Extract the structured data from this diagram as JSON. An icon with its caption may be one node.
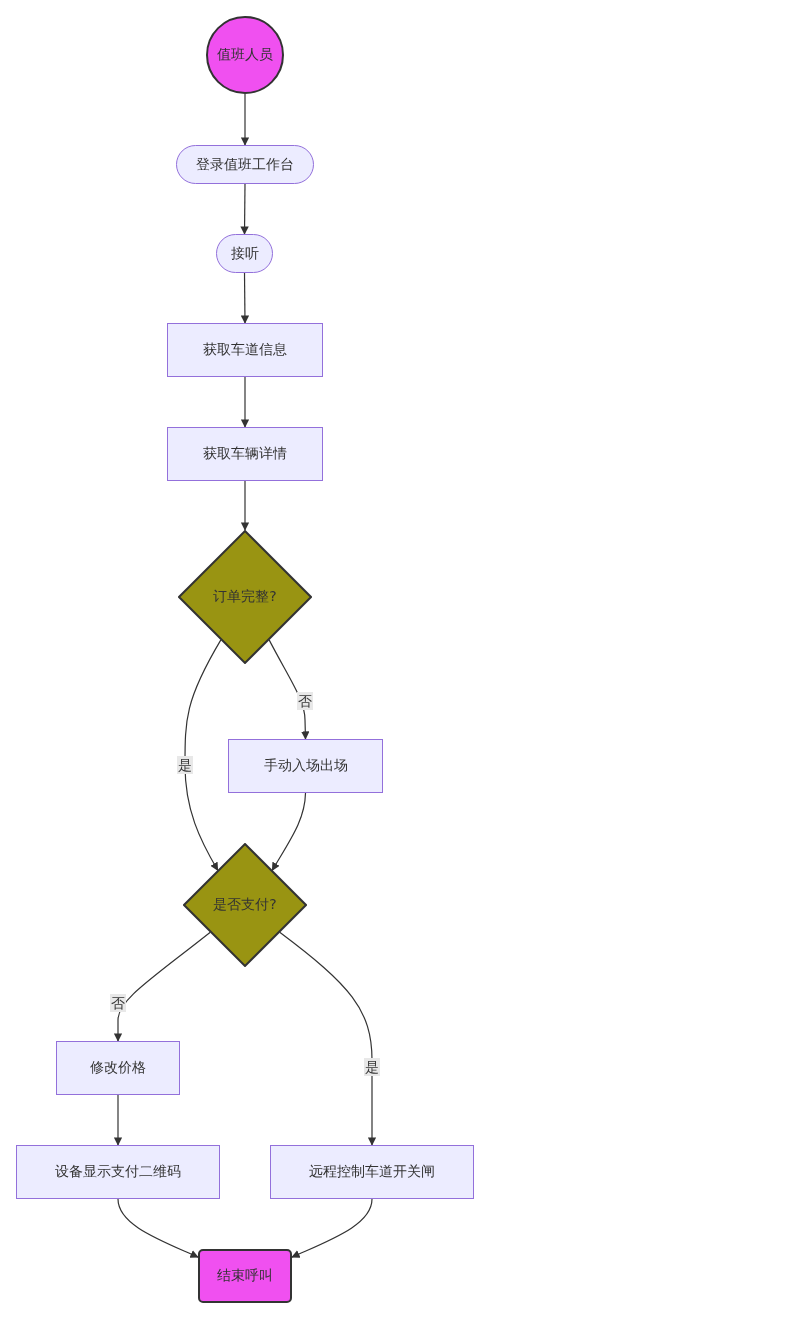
{
  "diagram": {
    "nodes": [
      {
        "text": [
          "值班人员"
        ]
      },
      {
        "text": [
          "登录值班工作台"
        ]
      },
      {
        "text": [
          "接听"
        ]
      },
      {
        "text": [
          "获取车道信息"
        ]
      },
      {
        "text": [
          "获取车辆详情"
        ]
      },
      {
        "text": [
          "订单完整?"
        ]
      },
      {
        "text": [
          "手动入场出场"
        ]
      },
      {
        "text": [
          "是否支付?"
        ]
      },
      {
        "text": [
          "修改价格"
        ]
      },
      {
        "text": [
          "设备显示支付二维码"
        ]
      },
      {
        "text": [
          "远程控制车道开关闸"
        ]
      },
      {
        "text": [
          "结束呼叫"
        ]
      }
    ],
    "edges": [
      {
        "from": 0,
        "to": 1,
        "arrow": "to"
      },
      {
        "from": 1,
        "to": 2,
        "arrow": "to"
      },
      {
        "from": 2,
        "to": 3,
        "arrow": "to"
      },
      {
        "from": 3,
        "to": 4,
        "arrow": "to"
      },
      {
        "from": 4,
        "to": 5,
        "arrow": "to"
      },
      {
        "from": 5,
        "to": 7,
        "arrow": "to",
        "label": "是"
      },
      {
        "from": 5,
        "to": 6,
        "arrow": "to",
        "label": "否"
      },
      {
        "from": 6,
        "to": 7,
        "arrow": "to"
      },
      {
        "from": 7,
        "to": 8,
        "arrow": "to",
        "label": "否"
      },
      {
        "from": 7,
        "to": 10,
        "arrow": "to",
        "label": "是"
      },
      {
        "from": 8,
        "to": 9,
        "arrow": "to"
      },
      {
        "from": 9,
        "to": 11,
        "arrow": "to"
      },
      {
        "from": 10,
        "to": 11,
        "arrow": "to"
      }
    ]
  }
}
